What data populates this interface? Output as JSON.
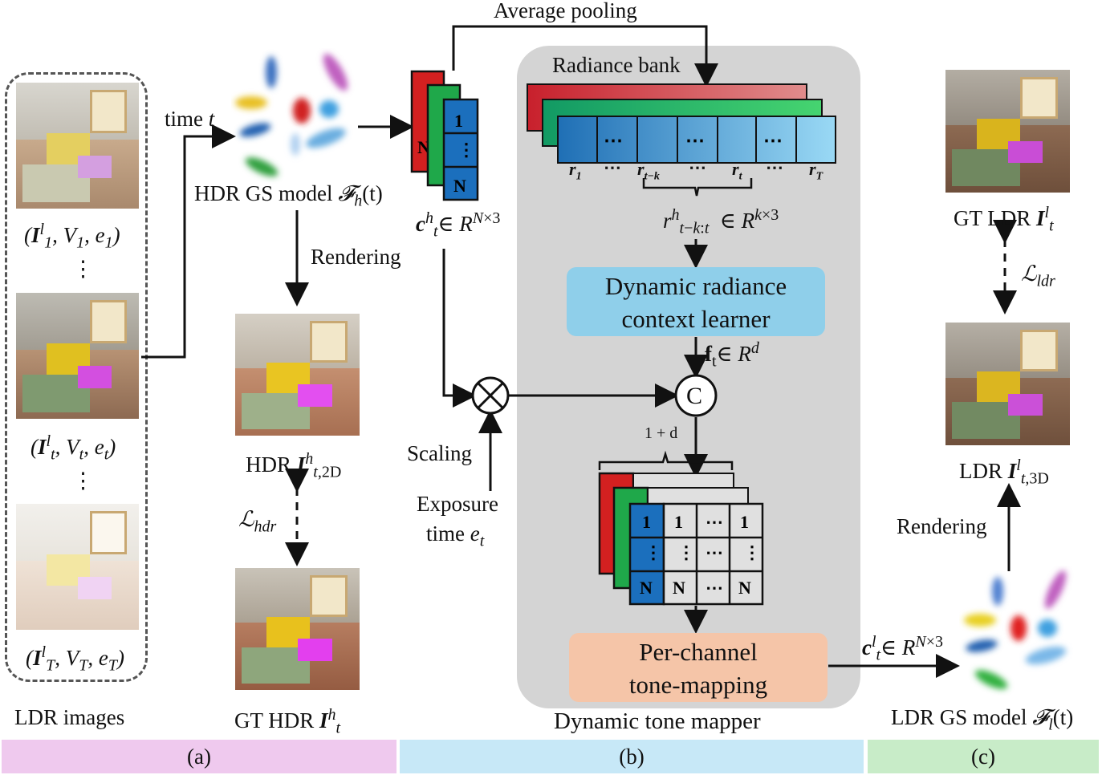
{
  "labels": {
    "average_pooling": "Average pooling",
    "radiance_bank": "Radiance bank",
    "time_t": "time t",
    "hdr_gs_model": "HDR GS model 𝓕h(t)",
    "rendering_a": "Rendering",
    "hdr_i": "HDR I",
    "hdr_i_sub": "t,2D",
    "hdr_i_sup": "h",
    "l_hdr": "ℒhdr",
    "gt_hdr": "GT HDR I",
    "gt_hdr_sub": "t",
    "gt_hdr_sup": "h",
    "ldr_images": "LDR images",
    "tuple_1": "(I¹ₗ, V₁, e₁)",
    "tuple_t": "(Iˡₜ, Vₜ, eₜ)",
    "tuple_T": "(Iˡᵀ, Vᵀ, eᵀ)",
    "vdots": "⋮",
    "c_h": "c",
    "c_h_rest": "∈ R",
    "c_h_exp": "N×3",
    "scaling": "Scaling",
    "exposure_1": "Exposure",
    "exposure_2": "time e",
    "exposure_sub": "t",
    "r_labels": [
      "r₁",
      "…",
      "rₜ₋ₖ",
      "…",
      "rₜ",
      "…",
      "rᵀ"
    ],
    "bank_dots": "…",
    "r_window": "r",
    "r_window_sub": "t−k:t",
    "r_window_sup": "h",
    "r_window_rest": "∈ R",
    "r_window_exp": "k×3",
    "drcl_1": "Dynamic radiance",
    "drcl_2": "context learner",
    "f_t": "f",
    "f_t_sub": "t",
    "f_t_rest": "∈ R",
    "f_t_exp": "d",
    "concat": "C",
    "one_plus_d": "1 + d",
    "grid_one": "1",
    "grid_n": "N",
    "grid_dots": "⋮",
    "grid_hdots": "…",
    "pctm_1": "Per-channel",
    "pctm_2": "tone-mapping",
    "dynamic_tone_mapper": "Dynamic tone mapper",
    "gt_ldr": "GT LDR I",
    "gt_ldr_sub": "t",
    "gt_ldr_sup": "l",
    "l_ldr": "ℒldr",
    "ldr_i": "LDR I",
    "ldr_i_sub": "t,3D",
    "ldr_i_sup": "l",
    "rendering_c": "Rendering",
    "c_l": "c",
    "c_l_rest": "∈ R",
    "c_l_exp": "N×3",
    "ldr_gs_model": "LDR GS model 𝓕l(t)",
    "band_a": "(a)",
    "band_b": "(b)",
    "band_c": "(c)"
  },
  "colors": {
    "red": "#d32020",
    "green": "#1fa84a",
    "blue": "#1b6fbd",
    "panel_gray": "#d4d4d4",
    "band_a": "#efc9ee",
    "band_b": "#c7e8f7",
    "band_c": "#c8ecc8"
  }
}
